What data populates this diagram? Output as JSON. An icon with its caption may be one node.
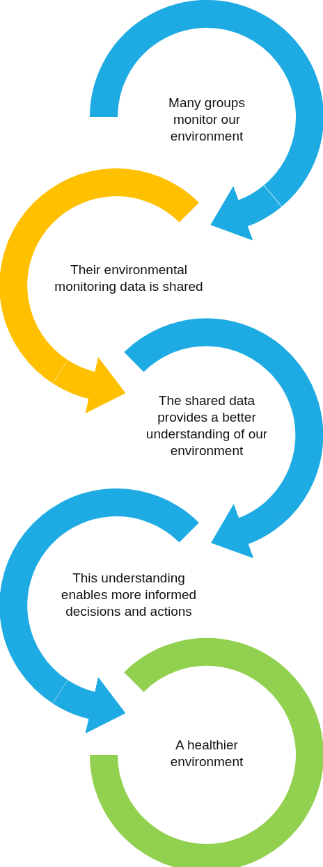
{
  "diagram": {
    "nodes": [
      {
        "text": [
          "Many groups monitor our environment"
        ]
      },
      {
        "text": [
          "Their environmental monitoring data is shared"
        ]
      },
      {
        "text": [
          "The shared data provides a better understanding of our environment"
        ]
      },
      {
        "text": [
          "This understanding enables more informed decisions and actions"
        ]
      },
      {
        "text": [
          "A healthier environment"
        ]
      }
    ],
    "edges": [
      {
        "from": 0,
        "to": 1,
        "arrow": "to"
      },
      {
        "from": 1,
        "to": 2,
        "arrow": "to",
        "color": "#ffc000"
      },
      {
        "from": 2,
        "to": 3,
        "arrow": "to"
      },
      {
        "from": 3,
        "to": 4,
        "arrow": "to"
      }
    ]
  }
}
